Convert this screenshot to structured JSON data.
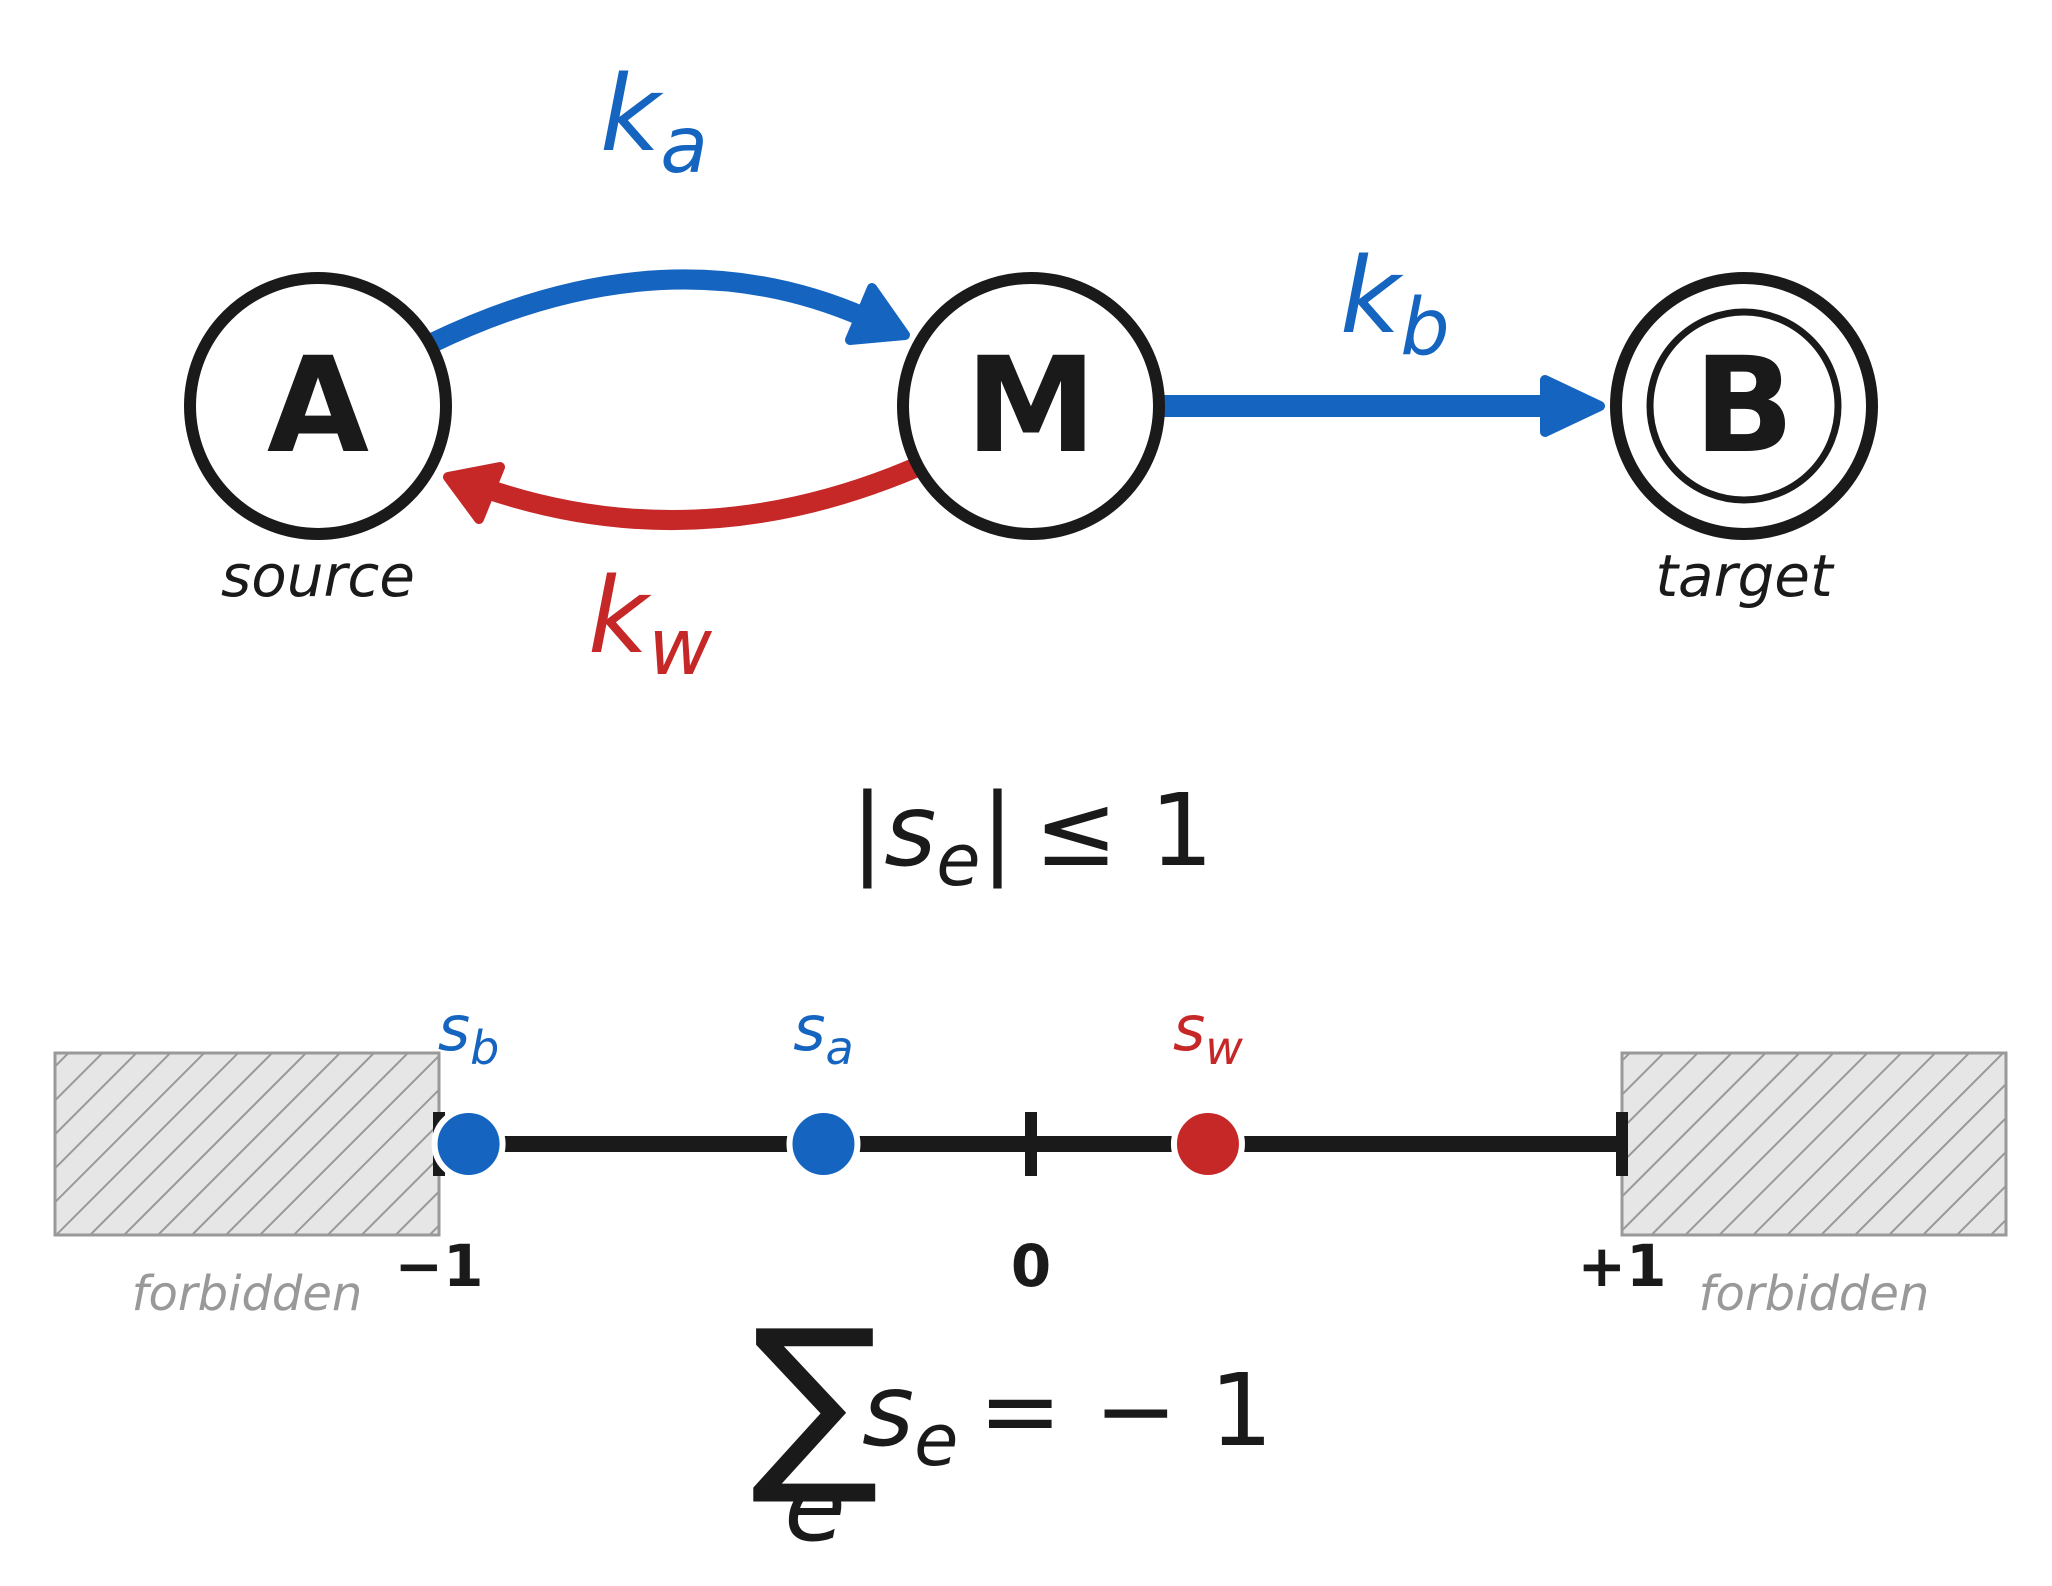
{
  "colors": {
    "forward": "#1565c0",
    "backward": "#c62828",
    "ink": "#1a1a1a",
    "forbidden_fill": "#e6e6e6",
    "forbidden_stroke": "#999999"
  },
  "nodes": {
    "a": {
      "letter": "A",
      "caption": "source"
    },
    "m": {
      "letter": "M",
      "caption": ""
    },
    "b": {
      "letter": "B",
      "caption": "target"
    }
  },
  "rates": {
    "ka": {
      "base": "k",
      "sub": "a"
    },
    "kw": {
      "base": "k",
      "sub": "w"
    },
    "kb": {
      "base": "k",
      "sub": "b"
    }
  },
  "constraint": {
    "abs_open": "|",
    "base": "s",
    "sub": "e",
    "abs_close": "|",
    "rel": "≤ 1"
  },
  "number_line": {
    "min": -1,
    "max": 1,
    "tick_labels": {
      "left": "−1",
      "center": "0",
      "right": "+1"
    },
    "forbidden_label": "forbidden",
    "points": [
      {
        "id": "sb",
        "base": "s",
        "sub": "b",
        "value": -0.95,
        "color": "#1565c0"
      },
      {
        "id": "sa",
        "base": "s",
        "sub": "a",
        "value": -0.35,
        "color": "#1565c0"
      },
      {
        "id": "sw",
        "base": "s",
        "sub": "w",
        "value": 0.3,
        "color": "#c62828"
      }
    ]
  },
  "sum_equation": {
    "sigma": "∑",
    "index": "e",
    "base": "s",
    "sub": "e",
    "rhs": "= − 1"
  }
}
